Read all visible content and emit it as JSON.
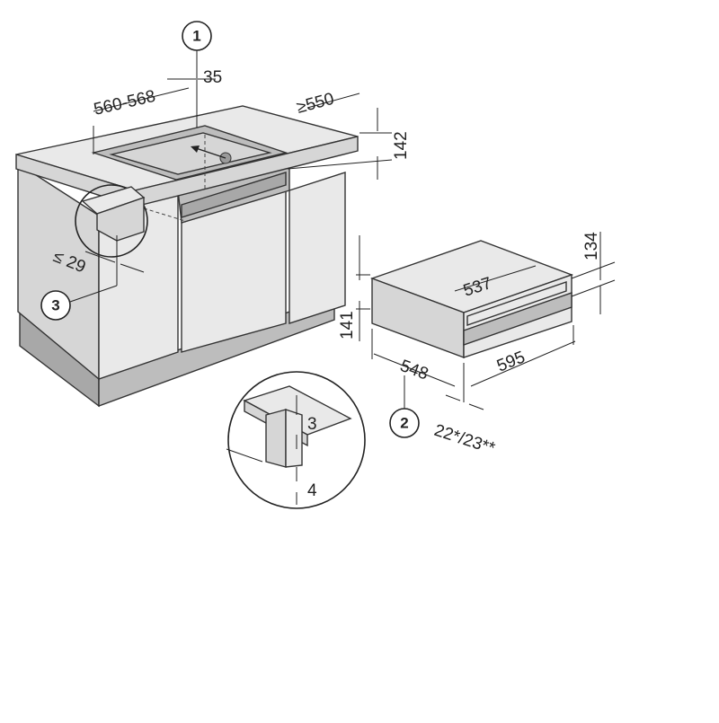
{
  "callouts": {
    "c1": "1",
    "c2": "2",
    "c3": "3"
  },
  "dimensions": {
    "cutout_width": "560-568",
    "side_gap": "35",
    "depth_min": "≥550",
    "worktop_height": "142",
    "drawer_height": "134",
    "drawer_inner_depth": "537",
    "niche_height": "141",
    "drawer_depth": "548",
    "drawer_width": "595",
    "front_offset": "22*/23**",
    "reveal_max": "≤ 29",
    "detail_gap_top": "3",
    "detail_gap_bottom": "4"
  },
  "colors": {
    "outline": "#333333",
    "fill_light": "#e9e9e9",
    "fill_mid": "#d6d6d6",
    "fill_dark": "#bdbdbd"
  }
}
